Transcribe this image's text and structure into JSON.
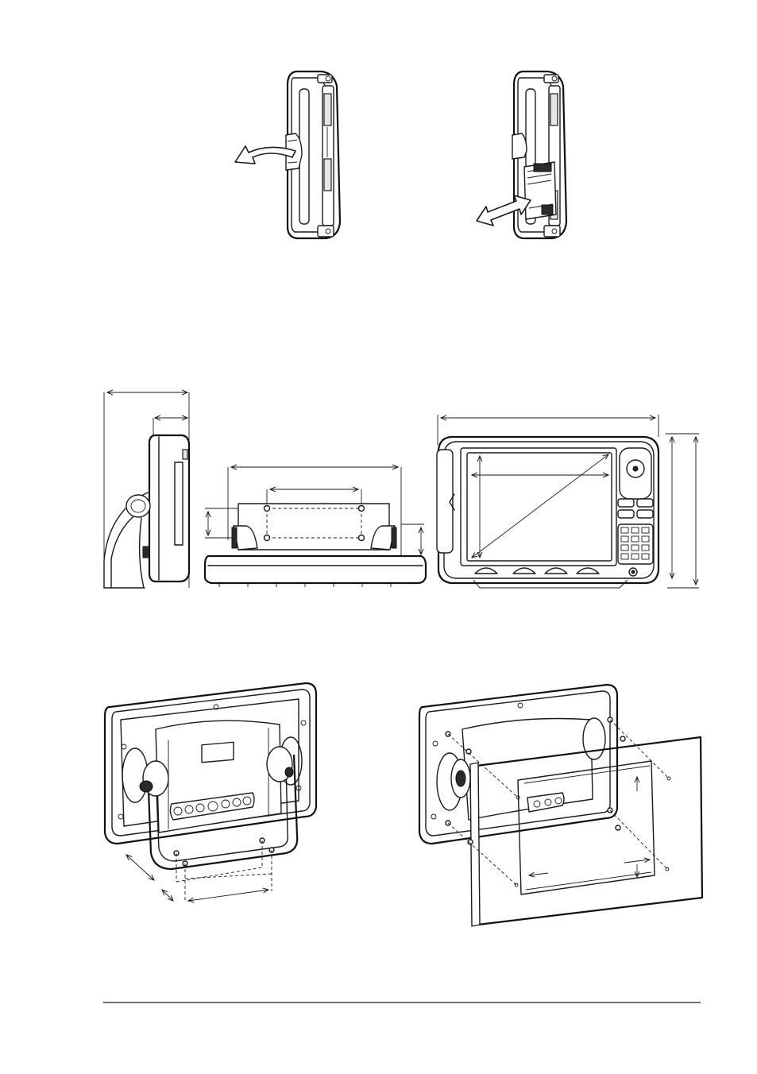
{
  "page": {
    "background": "#ffffff",
    "line_color": "#1a1a1a",
    "footer_rule": true
  },
  "figures": [
    {
      "id": "card-cover-open",
      "icon": "curved-arrow"
    },
    {
      "id": "card-insert-remove",
      "icon": "double-arrow"
    },
    {
      "id": "dimension-views",
      "views": [
        "side",
        "top",
        "front"
      ]
    },
    {
      "id": "bracket-mount",
      "icon": "mounting-bracket"
    },
    {
      "id": "flush-mount",
      "icon": "flush-mount-frame"
    }
  ]
}
